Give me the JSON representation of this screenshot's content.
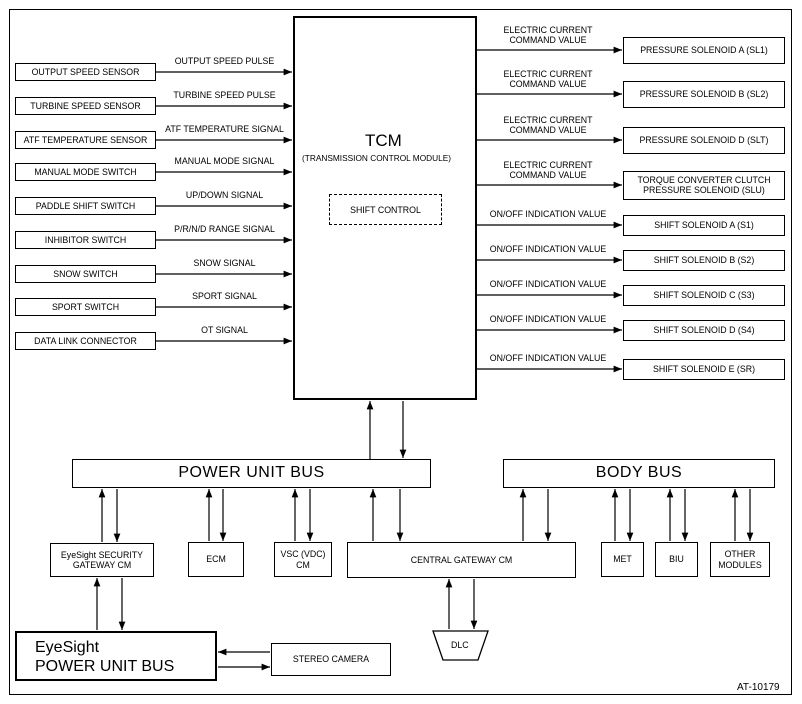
{
  "tcm": {
    "title": "TCM",
    "subtitle": "(TRANSMISSION CONTROL MODULE)",
    "shift_control": "SHIFT CONTROL"
  },
  "inputs": [
    {
      "box": "OUTPUT SPEED SENSOR",
      "signal": "OUTPUT SPEED PULSE"
    },
    {
      "box": "TURBINE SPEED SENSOR",
      "signal": "TURBINE SPEED PULSE"
    },
    {
      "box": "ATF TEMPERATURE SENSOR",
      "signal": "ATF TEMPERATURE SIGNAL"
    },
    {
      "box": "MANUAL MODE SWITCH",
      "signal": "MANUAL MODE SIGNAL"
    },
    {
      "box": "PADDLE SHIFT SWITCH",
      "signal": "UP/DOWN SIGNAL"
    },
    {
      "box": "INHIBITOR SWITCH",
      "signal": "P/R/N/D RANGE SIGNAL"
    },
    {
      "box": "SNOW SWITCH",
      "signal": "SNOW SIGNAL"
    },
    {
      "box": "SPORT SWITCH",
      "signal": "SPORT SIGNAL"
    },
    {
      "box": "DATA LINK CONNECTOR",
      "signal": "OT SIGNAL"
    }
  ],
  "outputs": [
    {
      "box": "PRESSURE SOLENOID A (SL1)",
      "signal": "ELECTRIC CURRENT\nCOMMAND VALUE"
    },
    {
      "box": "PRESSURE SOLENOID B (SL2)",
      "signal": "ELECTRIC CURRENT\nCOMMAND VALUE"
    },
    {
      "box": "PRESSURE SOLENOID D (SLT)",
      "signal": "ELECTRIC CURRENT\nCOMMAND VALUE"
    },
    {
      "box": "TORQUE CONVERTER CLUTCH\nPRESSURE SOLENOID (SLU)",
      "signal": "ELECTRIC CURRENT\nCOMMAND VALUE"
    },
    {
      "box": "SHIFT SOLENOID A (S1)",
      "signal": "ON/OFF INDICATION VALUE"
    },
    {
      "box": "SHIFT SOLENOID B (S2)",
      "signal": "ON/OFF INDICATION VALUE"
    },
    {
      "box": "SHIFT SOLENOID C (S3)",
      "signal": "ON/OFF INDICATION VALUE"
    },
    {
      "box": "SHIFT SOLENOID D (S4)",
      "signal": "ON/OFF INDICATION VALUE"
    },
    {
      "box": "SHIFT SOLENOID E (SR)",
      "signal": "ON/OFF INDICATION VALUE"
    }
  ],
  "buses": {
    "power_unit": "POWER UNIT BUS",
    "body": "BODY BUS"
  },
  "modules": {
    "eyesight_gateway": "EyeSight SECURITY\nGATEWAY CM",
    "ecm": "ECM",
    "vsc": "VSC (VDC)\nCM",
    "central_gateway": "CENTRAL GATEWAY CM",
    "met": "MET",
    "biu": "BIU",
    "other": "OTHER\nMODULES",
    "eyesight_bus_line1": "EyeSight",
    "eyesight_bus_line2": "POWER UNIT BUS",
    "stereo_camera": "STEREO CAMERA",
    "dlc": "DLC"
  },
  "figure_code": "AT-10179"
}
